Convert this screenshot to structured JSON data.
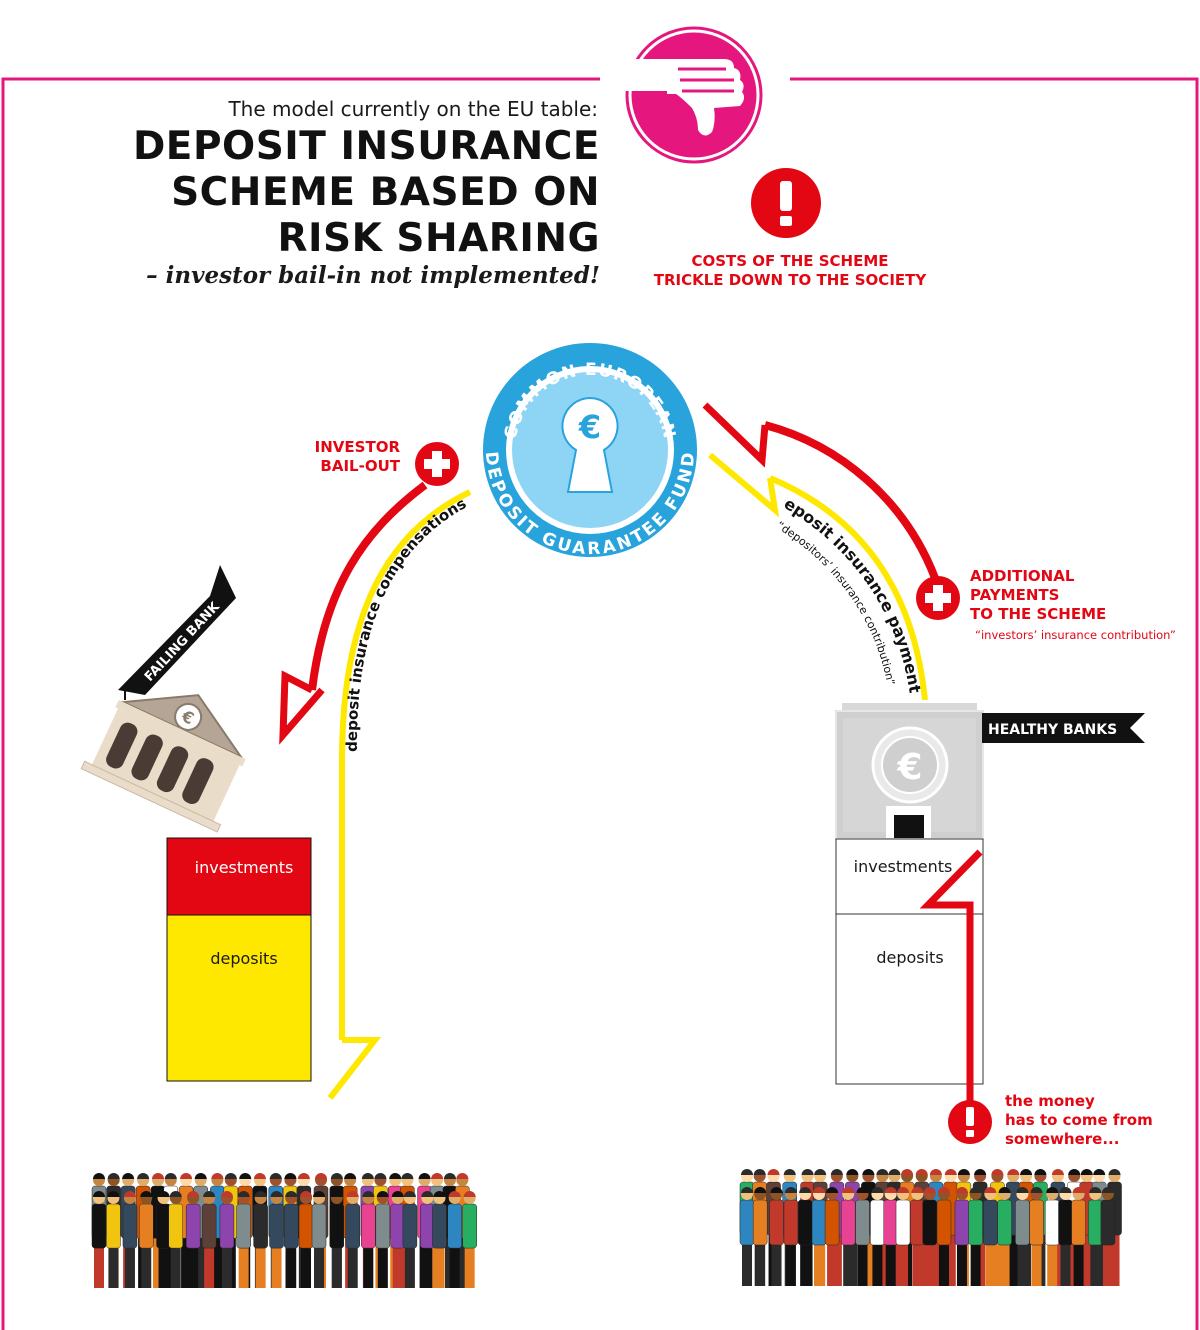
{
  "header": {
    "subtitle": "The model currently on the EU table:",
    "title_line1": "DEPOSIT INSURANCE",
    "title_line2": "SCHEME BASED ON",
    "title_line3": "RISK SHARING",
    "tagline": "– investor bail-in not implemented!"
  },
  "warnings": {
    "costs_line1": "COSTS OF THE SCHEME",
    "costs_line2": "TRICKLE DOWN TO THE SOCIETY",
    "money_line1": "the money",
    "money_line2": "has to come from",
    "money_line3": "somewhere..."
  },
  "fund": {
    "top_text": "COMMON EUROPEAN",
    "bottom_text": "DEPOSIT GUARANTEE FUND",
    "symbol": "€"
  },
  "flows": {
    "bailout_line1": "INVESTOR",
    "bailout_line2": "BAIL-OUT",
    "compensations": "deposit insurance compensations",
    "payments": "deposit insurance payments",
    "payments_sub": "“depositors’ insurance contribution”",
    "additional_line1": "ADDITIONAL",
    "additional_line2": "PAYMENTS",
    "additional_line3": "TO THE SCHEME",
    "additional_sub": "“investors’ insurance contribution”"
  },
  "failing_bank": {
    "flag": "FAILING BANK",
    "investments": "investments",
    "deposits": "deposits"
  },
  "healthy_banks": {
    "flag": "HEALTHY BANKS",
    "investments": "investments",
    "deposits": "deposits"
  },
  "colors": {
    "frame": "#e5177e",
    "red": "#e30613",
    "yellow": "#ffe800",
    "fund_blue": "#29a3dc",
    "fund_light": "#8ed4f5"
  },
  "icons": {
    "thumbs_down": "thumbs-down-icon",
    "exclamation": "exclamation-icon",
    "plus": "plus-icon",
    "euro": "euro-icon"
  }
}
